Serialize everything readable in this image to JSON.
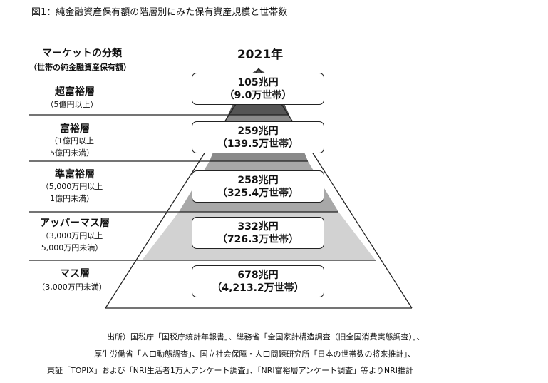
{
  "title": "図1：純金融資産保有額の階層別にみた保有資産規模と世帯数",
  "header": {
    "category_label": "マーケットの分類",
    "category_sub": "（世帯の純金融資産保有額）",
    "year": "2021年"
  },
  "levels": [
    {
      "name": "超富裕層",
      "sub": [
        "（5億円以上）"
      ],
      "assets": "105兆円",
      "households": "（9.0万世帯）",
      "color": "#555555"
    },
    {
      "name": "富裕層",
      "sub": [
        "（1億円以上",
        "5億円未満）"
      ],
      "assets": "259兆円",
      "households": "（139.5万世帯）",
      "color": "#8a8a8a"
    },
    {
      "name": "準富裕層",
      "sub": [
        "（5,000万円以上",
        "1億円未満）"
      ],
      "assets": "258兆円",
      "households": "（325.4万世帯）",
      "color": "#a8a8a8"
    },
    {
      "name": "アッパーマス層",
      "sub": [
        "（3,000万円以上",
        "5,000万円未満）"
      ],
      "assets": "332兆円",
      "households": "（726.3万世帯）",
      "color": "#d2d2d2"
    },
    {
      "name": "マス層",
      "sub": [
        "（3,000万円未満）"
      ],
      "assets": "678兆円",
      "households": "（4,213.2万世帯）",
      "color": "#ffffff"
    }
  ],
  "source": {
    "line1": "出所）国税庁「国税庁統計年報書」、総務省「全国家計構造調査（旧全国消費実態調査）」、",
    "line2": "厚生労働省「人口動態調査」、国立社会保障・人口問題研究所「日本の世帯数の将来推計」、",
    "line3": "東証「TOPIX」および「NRI生活者1万人アンケート調査」、「NRI富裕層アンケート調査」等よりNRI推計"
  }
}
